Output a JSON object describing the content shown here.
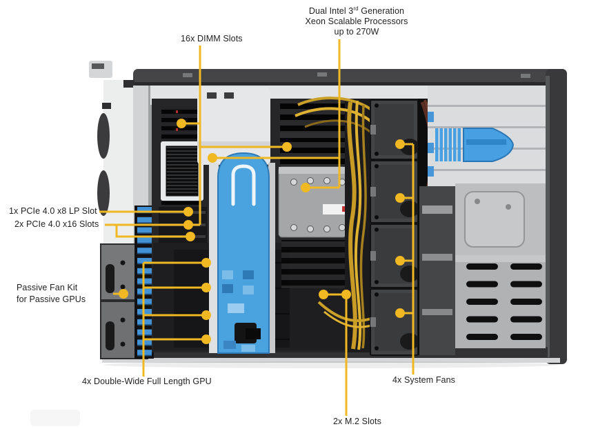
{
  "figure": {
    "background_color": "#ffffff",
    "annotation_color": "#f0b823",
    "label_text_color": "#1f1f1f",
    "subject": "Tower server chassis internal component view"
  },
  "callouts": {
    "cpu": {
      "line1_pre": "Dual Intel 3",
      "line1_sup": "rd",
      "line1_post": " Generation",
      "line2": "Xeon Scalable Processors",
      "line3": "up to 270W"
    },
    "dimm": {
      "label": "16x DIMM Slots"
    },
    "pcie_lp": {
      "label": "1x PCIe 4.0 x8 LP Slot"
    },
    "pcie_x16": {
      "label": "2x PCIe 4.0 x16 Slots"
    },
    "passive_fan_kit": {
      "line1": "Passive Fan Kit",
      "line2": "for Passive GPUs"
    },
    "gpu": {
      "label": "4x Double-Wide Full Length GPU"
    },
    "system_fans": {
      "label": "4x System Fans"
    },
    "m2": {
      "label": "2x M.2 Slots"
    }
  }
}
